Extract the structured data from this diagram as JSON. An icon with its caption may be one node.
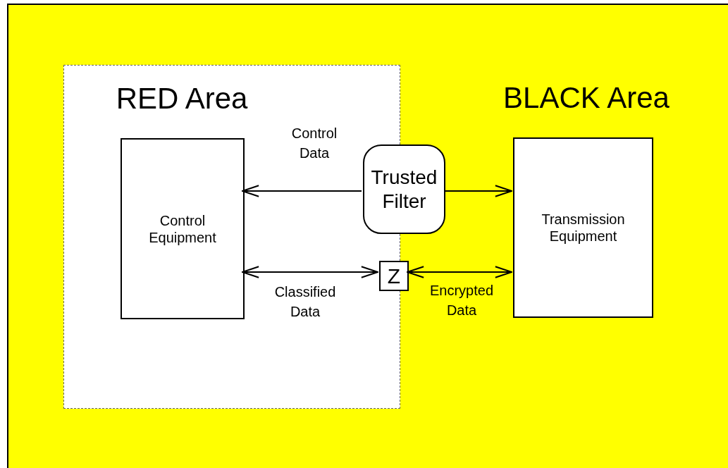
{
  "diagram": {
    "nodes": [
      {
        "text": [
          "BLACK Area"
        ]
      },
      {
        "text": [
          "RED Area"
        ],
        "in": 0
      },
      {
        "text": [
          "Control Equipment"
        ],
        "in": 1
      },
      {
        "text": [
          "Trusted Filter"
        ],
        "in": 0
      },
      {
        "text": [
          "Z"
        ],
        "in": 0
      },
      {
        "text": [
          "Transmission Equipment"
        ],
        "in": 0
      }
    ],
    "edges": [
      {
        "from": 3,
        "to": 2,
        "arrow": "to",
        "label": "Control Data"
      },
      {
        "from": 3,
        "to": 5,
        "arrow": "to"
      },
      {
        "from": 2,
        "to": 4,
        "arrow": "both",
        "label": "Classified Data"
      },
      {
        "from": 4,
        "to": 5,
        "arrow": "both",
        "label": "Encrypted Data"
      }
    ]
  }
}
